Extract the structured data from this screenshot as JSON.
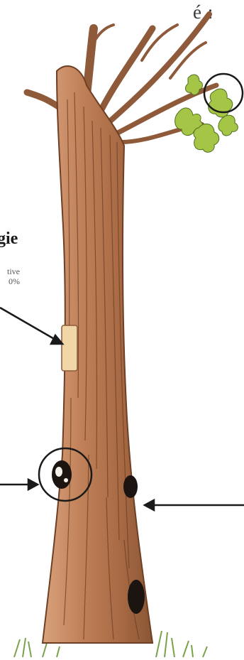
{
  "texts": {
    "top_fragment": "é :",
    "heading_fragment": "gie",
    "small_line1": "tive",
    "small_line2": "0%"
  },
  "icons": {
    "tree": "tree-illustration",
    "foliage": "oak-leaves-icon",
    "cavity": "tree-cavity-icon",
    "bark_patch": "bark-patch-icon"
  },
  "colors": {
    "bark": "#b5764f",
    "bark_dark": "#6e3f24",
    "leaf": "#9bc03c",
    "ink": "#1a1a1a"
  }
}
